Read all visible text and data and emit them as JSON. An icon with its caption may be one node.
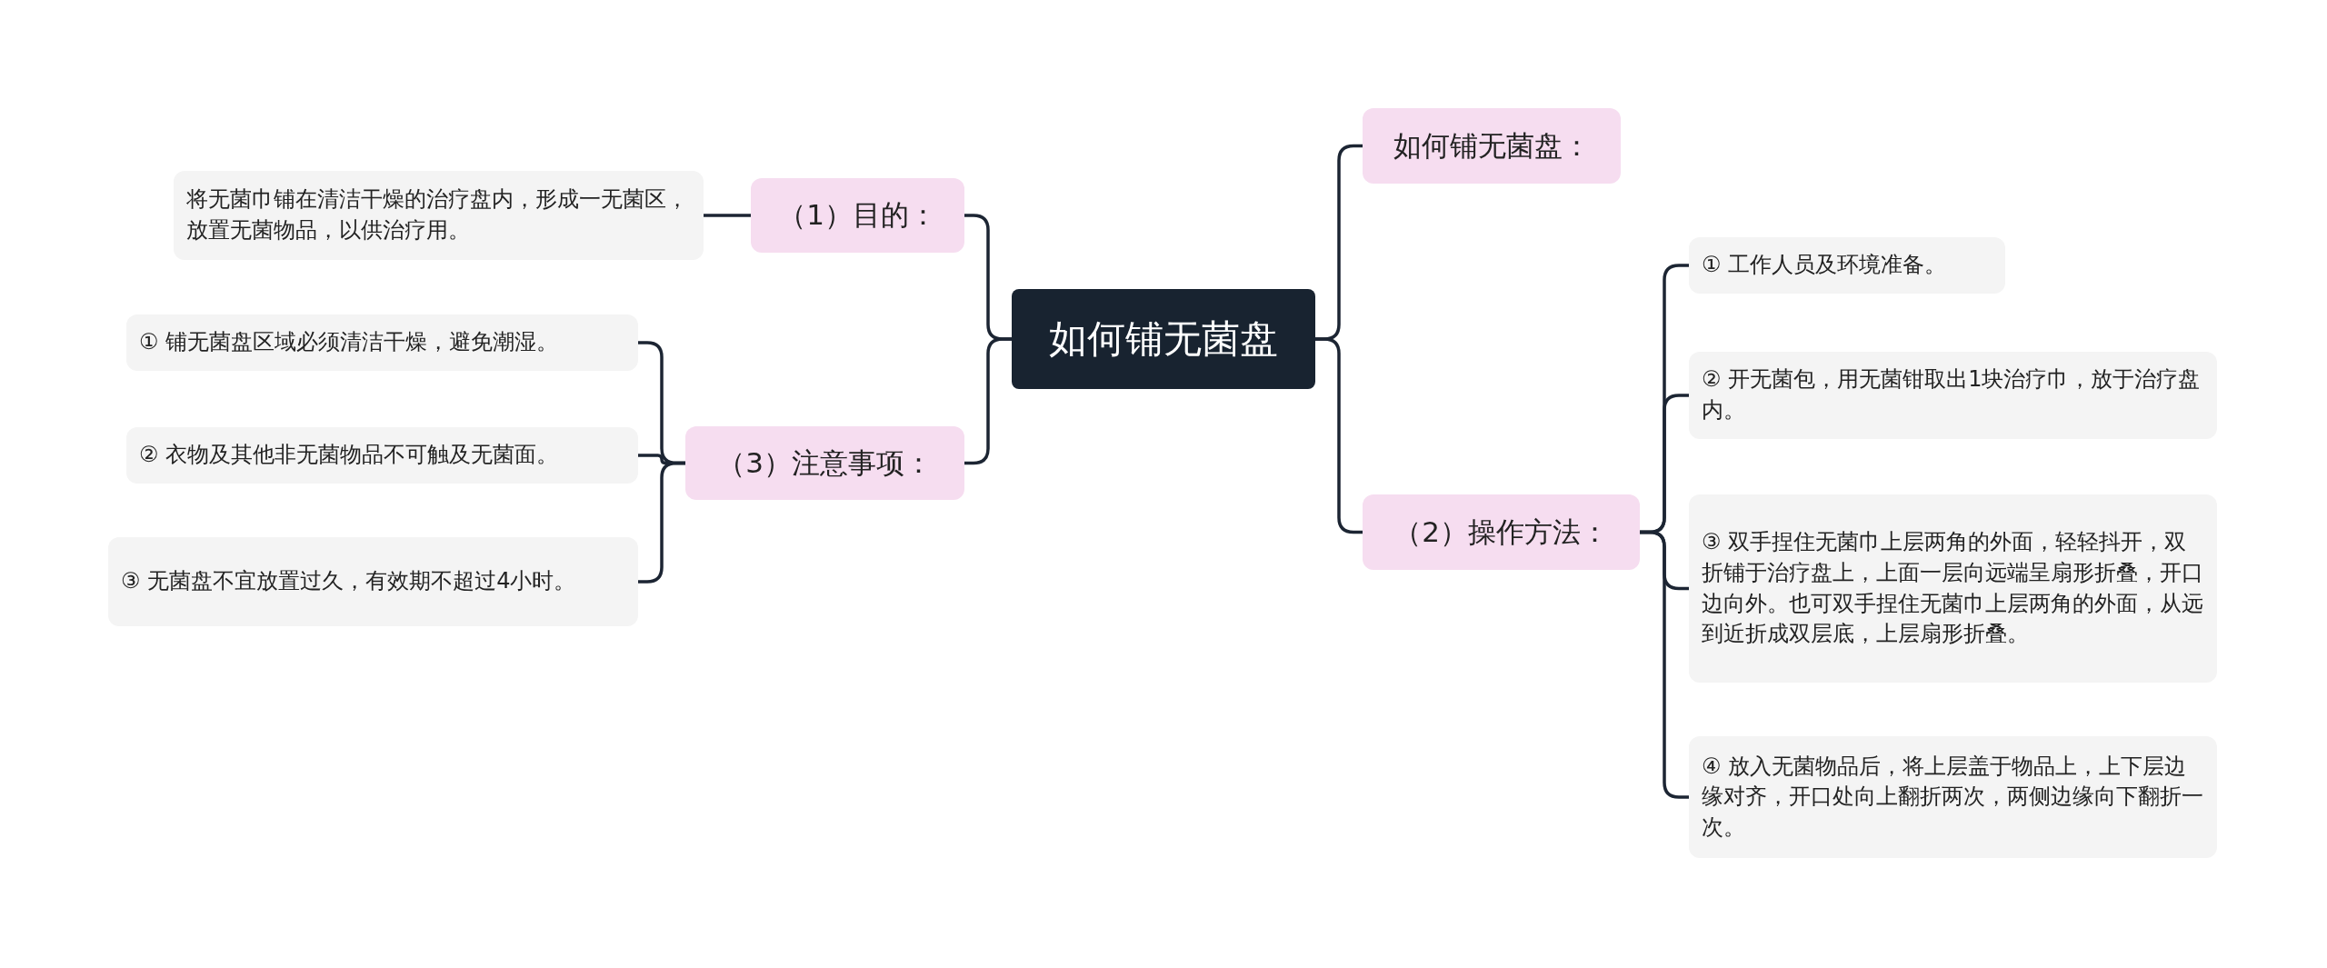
{
  "diagram": {
    "nodes": [
      {
        "text": [
          "如何铺无菌盘"
        ]
      },
      {
        "text": [
          "如何铺无菌盘："
        ]
      },
      {
        "text": [
          "（2）操作方法："
        ]
      },
      {
        "text": [
          "① 工作人员及环境准备。"
        ]
      },
      {
        "text": [
          "② 开无菌包，用无菌钳取出1块治疗巾，放于治疗盘内。"
        ]
      },
      {
        "text": [
          "③ 双手捏住无菌巾上层两角的外面，轻轻抖开，双折铺于治疗盘上，上面一层向远端呈扇形折叠，开口边向外。也可双手捏住无菌巾上层两角的外面，从远到近折成双层底，上层扇形折叠。"
        ]
      },
      {
        "text": [
          "④ 放入无菌物品后，将上层盖于物品上，上下层边缘对齐，开口处向上翻折两次，两侧边缘向下翻折一次。"
        ]
      },
      {
        "text": [
          "（1）目的："
        ]
      },
      {
        "text": [
          "将无菌巾铺在清洁干燥的治疗盘内，形成一无菌区，放置无菌物品，以供治疗用。"
        ]
      },
      {
        "text": [
          "（3）注意事项："
        ]
      },
      {
        "text": [
          "① 铺无菌盘区域必须清洁干燥，避免潮湿。"
        ]
      },
      {
        "text": [
          "② 衣物及其他非无菌物品不可触及无菌面。"
        ]
      },
      {
        "text": [
          "③ 无菌盘不宜放置过久，有效期不超过4小时。"
        ]
      }
    ],
    "edges": [
      {
        "from": 0,
        "to": 1,
        "arrow": "none"
      },
      {
        "from": 0,
        "to": 2,
        "arrow": "none"
      },
      {
        "from": 2,
        "to": 3,
        "arrow": "none"
      },
      {
        "from": 2,
        "to": 4,
        "arrow": "none"
      },
      {
        "from": 2,
        "to": 5,
        "arrow": "none"
      },
      {
        "from": 2,
        "to": 6,
        "arrow": "none"
      },
      {
        "from": 0,
        "to": 7,
        "arrow": "none"
      },
      {
        "from": 7,
        "to": 8,
        "arrow": "none"
      },
      {
        "from": 0,
        "to": 9,
        "arrow": "none"
      },
      {
        "from": 9,
        "to": 10,
        "arrow": "none"
      },
      {
        "from": 9,
        "to": 11,
        "arrow": "none"
      },
      {
        "from": 9,
        "to": 12,
        "arrow": "none"
      }
    ]
  }
}
